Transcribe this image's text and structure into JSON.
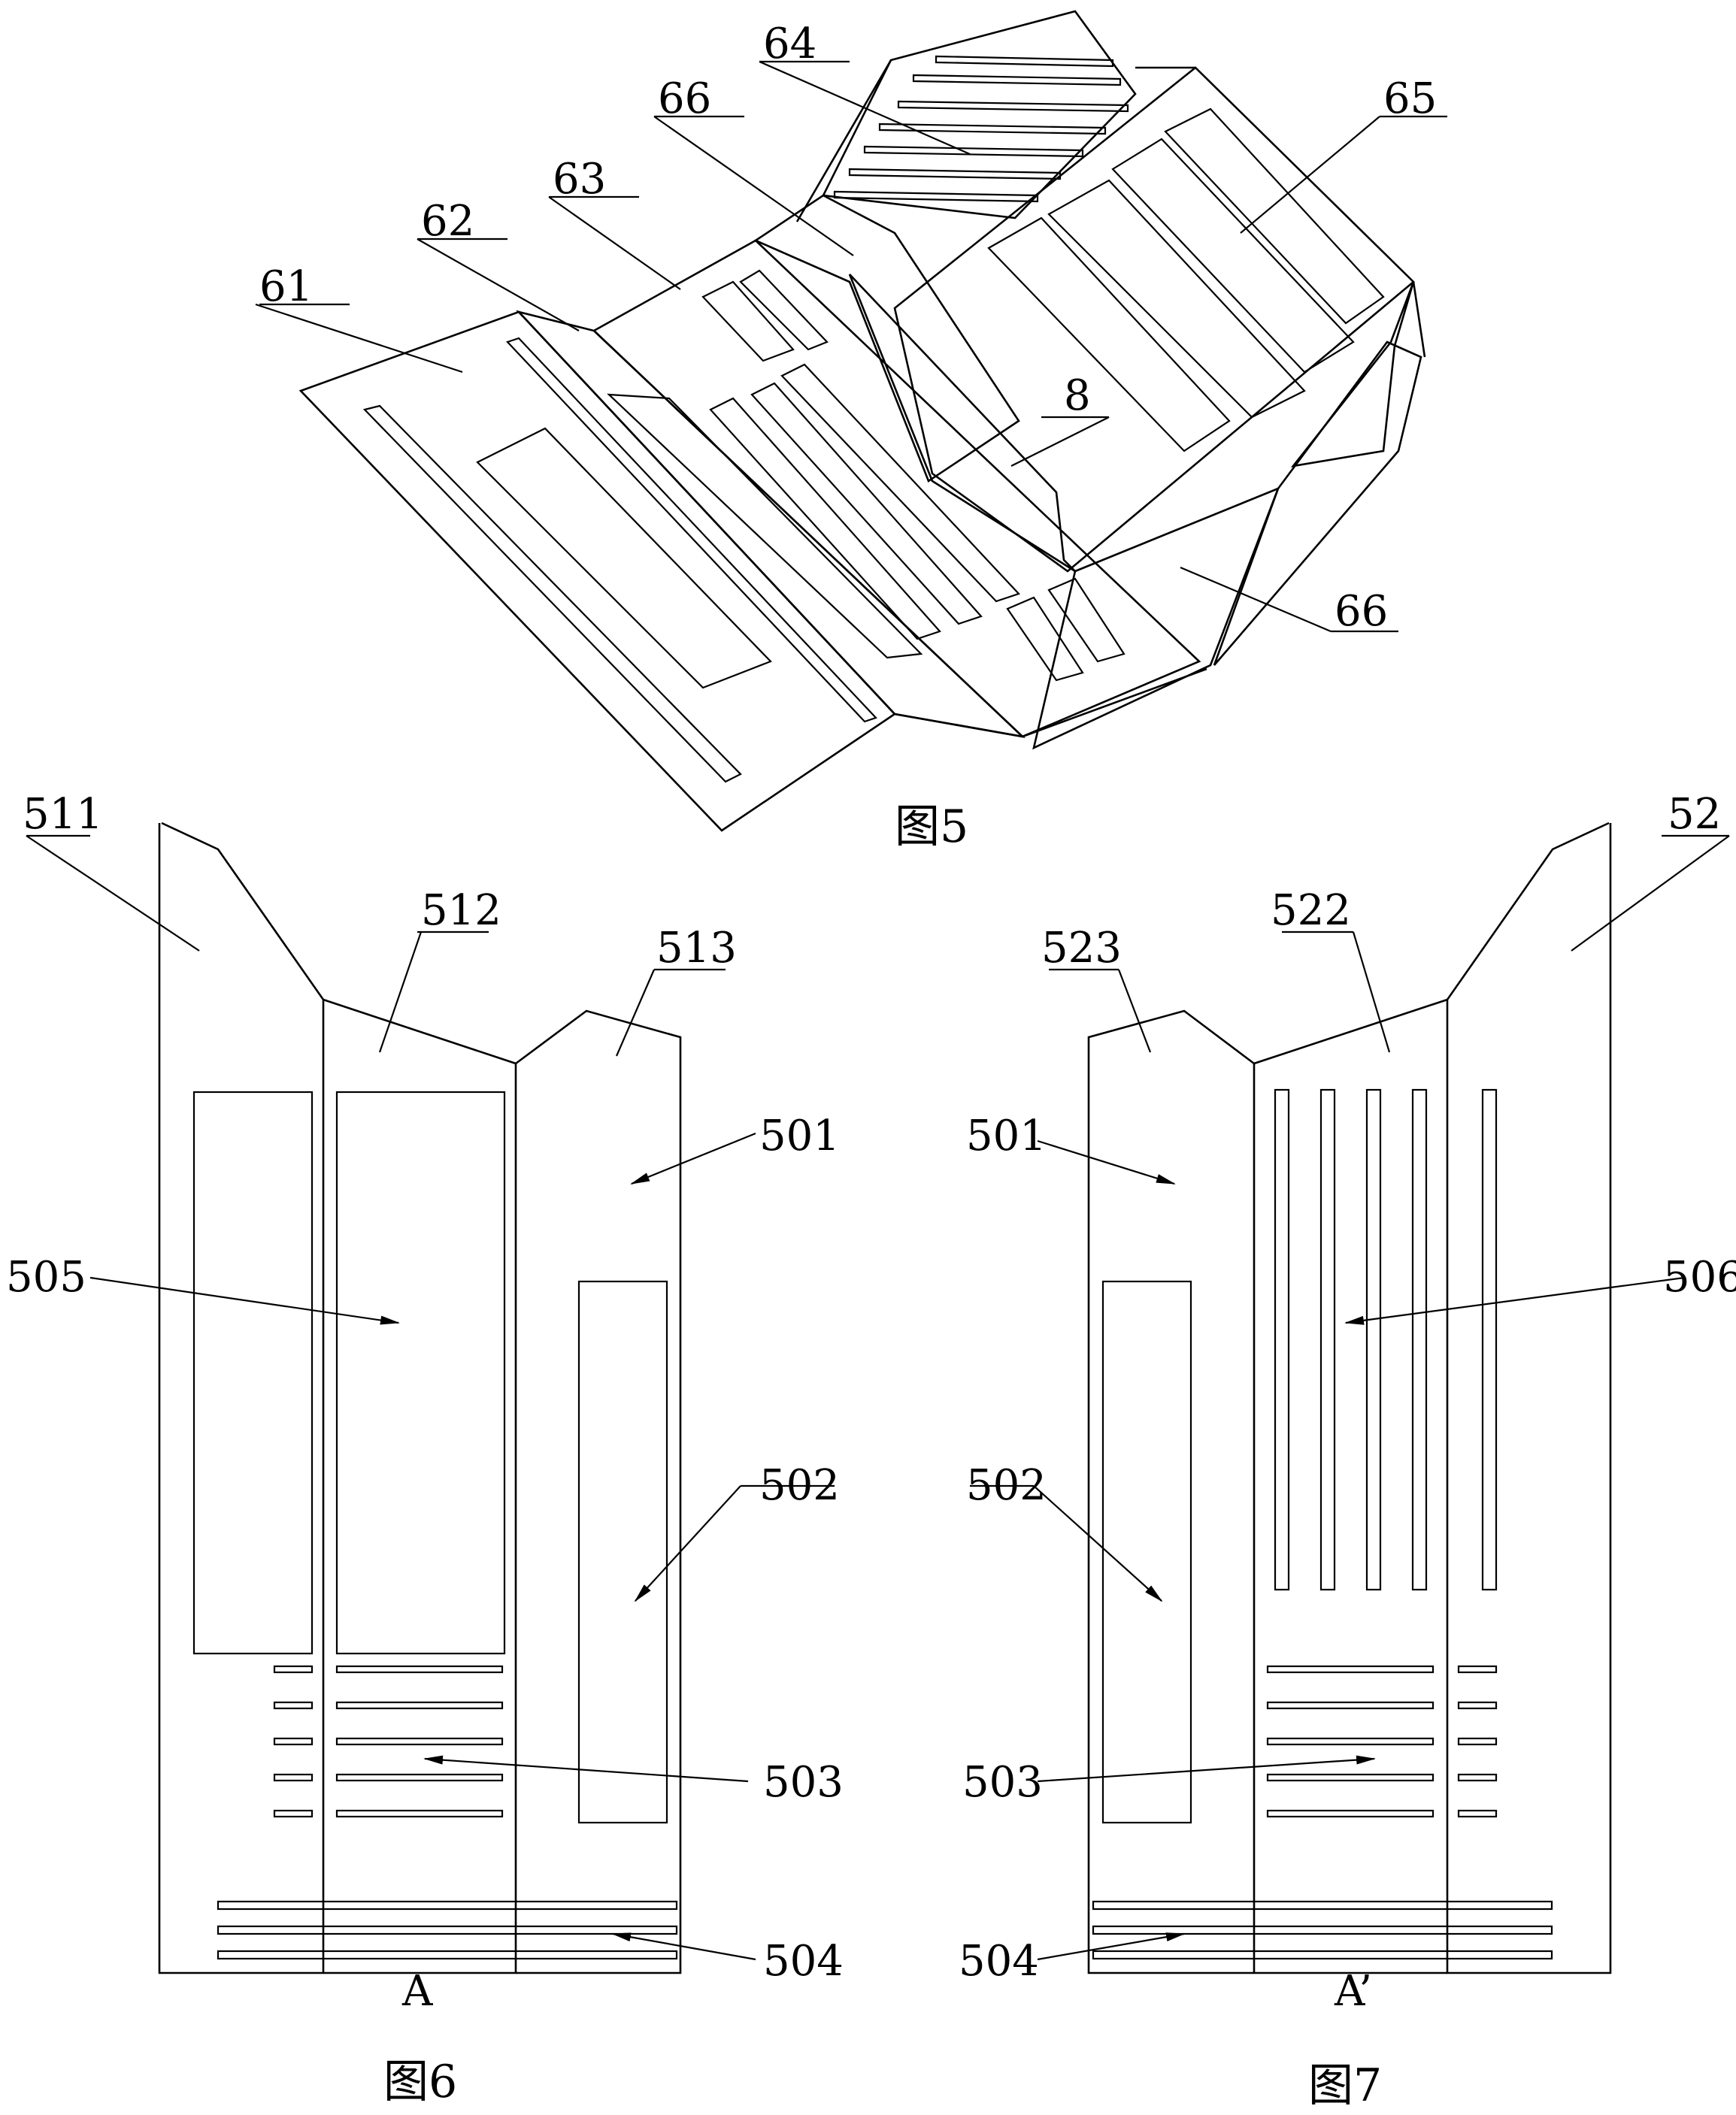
{
  "figure5": {
    "caption": "图5",
    "labels": {
      "l61": "61",
      "l62": "62",
      "l63": "63",
      "l64": "64",
      "l65": "65",
      "l66a": "66",
      "l66b": "66",
      "l8": "8"
    }
  },
  "figure6": {
    "caption": "图6",
    "side_label": "A",
    "labels": {
      "l511": "511",
      "l512": "512",
      "l513": "513",
      "l501": "501",
      "l505": "505",
      "l502": "502",
      "l503": "503",
      "l504": "504"
    }
  },
  "figure7": {
    "caption": "图7",
    "side_label": "A’",
    "labels": {
      "l52": "52",
      "l522": "522",
      "l523": "523",
      "l501": "501",
      "l506": "506",
      "l502": "502",
      "l503": "503",
      "l504": "504"
    }
  }
}
